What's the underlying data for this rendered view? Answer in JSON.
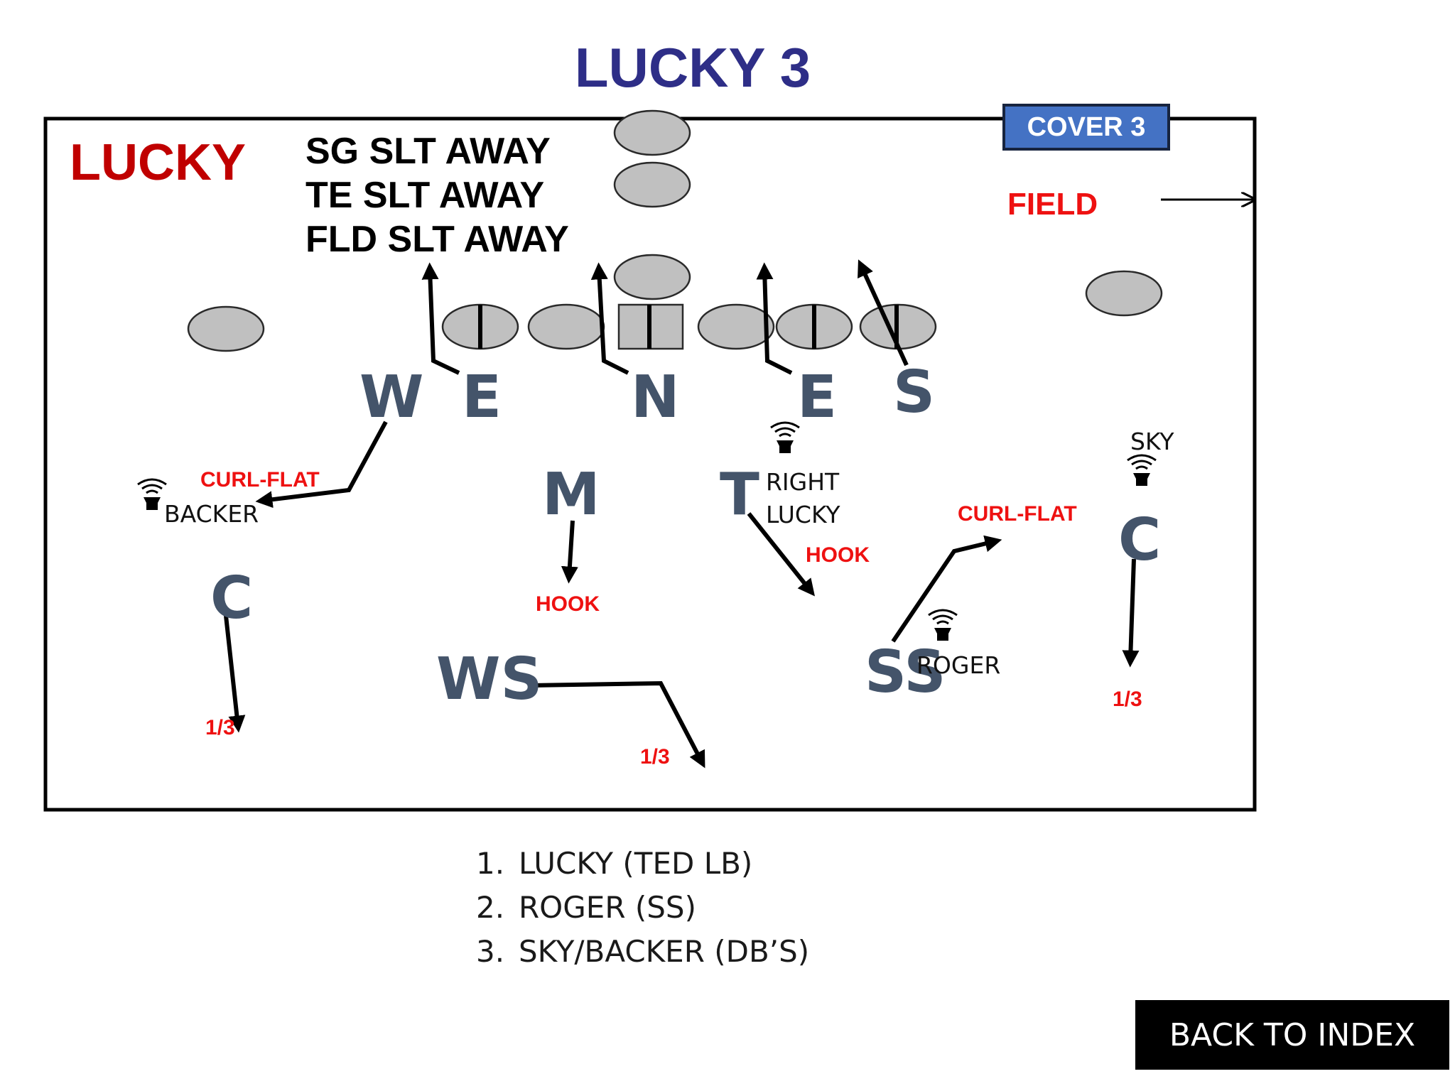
{
  "title": "LUCKY 3",
  "play_name": "LUCKY",
  "calls": [
    "SG SLT AWAY",
    "TE SLT AWAY",
    "FLD SLT AWAY"
  ],
  "coverage_badge": "COVER 3",
  "field_label": "FIELD",
  "defenders": {
    "w": "W",
    "e_left": "E",
    "n": "N",
    "e_right": "E",
    "s": "S",
    "m": "M",
    "t": "T",
    "c_left": "C",
    "c_right": "C",
    "ws": "WS",
    "ss": "SS"
  },
  "calls_on_diagram": {
    "backer": "BACKER",
    "right": "RIGHT",
    "lucky": "LUCKY",
    "sky": "SKY",
    "roger": "ROGER"
  },
  "assignments": {
    "curl_flat_left": "CURL-FLAT",
    "curl_flat_right": "CURL-FLAT",
    "hook_mid": "HOOK",
    "hook_right": "HOOK",
    "third_left": "1/3",
    "third_mid": "1/3",
    "third_right": "1/3"
  },
  "notes": [
    {
      "num": "1.",
      "text": "LUCKY (TED LB)"
    },
    {
      "num": "2.",
      "text": "ROGER (SS)"
    },
    {
      "num": "3.",
      "text": "SKY/BACKER (DB’S)"
    }
  ],
  "back_button": "BACK TO INDEX",
  "colors": {
    "title": "#2e2e87",
    "play_name": "#c00000",
    "badge_bg": "#4472c4",
    "field_label": "#ee1111",
    "defender": "#44546a",
    "assignment": "#ee1111",
    "offense_fill": "#c0c0c0"
  }
}
